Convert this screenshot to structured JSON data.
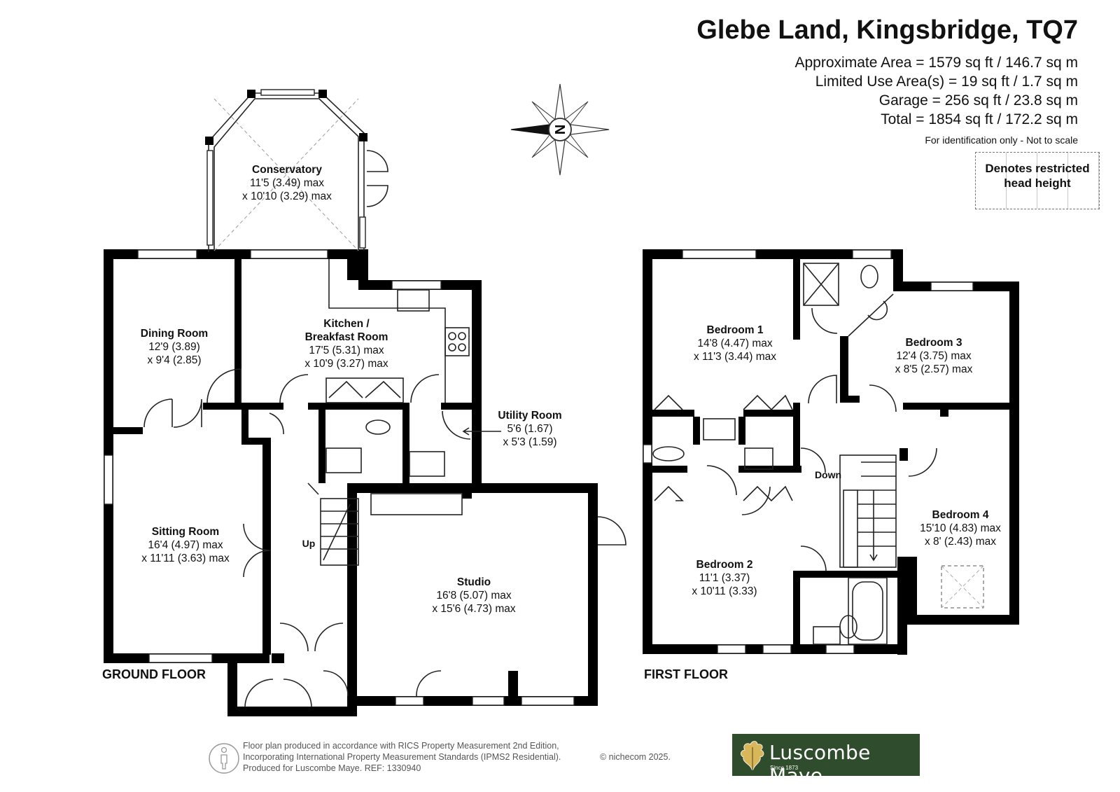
{
  "header": {
    "title": "Glebe Land, Kingsbridge, TQ7",
    "areas": [
      "Approximate Area = 1579 sq ft / 146.7 sq m",
      "Limited Use Area(s) = 19 sq ft / 1.7 sq m",
      "Garage = 256 sq ft / 23.8 sq m",
      "Total = 1854 sq ft / 172.2 sq m"
    ],
    "disclaimer": "For identification only - Not to scale",
    "restricted_legend": [
      "Denotes restricted",
      "head height"
    ]
  },
  "compass": {
    "letter": "N",
    "icon": "compass-rose-icon"
  },
  "floors": {
    "ground_label": "GROUND FLOOR",
    "first_label": "FIRST FLOOR"
  },
  "rooms": {
    "conservatory": {
      "name": "Conservatory",
      "dims": [
        "11'5 (3.49) max",
        "x 10'10 (3.29) max"
      ]
    },
    "dining": {
      "name": "Dining Room",
      "dims": [
        "12'9 (3.89)",
        "x 9'4 (2.85)"
      ]
    },
    "kitchen": {
      "name": [
        "Kitchen /",
        "Breakfast Room"
      ],
      "dims": [
        "17'5 (5.31) max",
        "x 10'9 (3.27) max"
      ]
    },
    "utility": {
      "name": "Utility Room",
      "dims": [
        "5'6 (1.67)",
        "x 5'3 (1.59)"
      ]
    },
    "sitting": {
      "name": "Sitting Room",
      "dims": [
        "16'4 (4.97) max",
        "x 11'11 (3.63) max"
      ]
    },
    "studio": {
      "name": "Studio",
      "dims": [
        "16'8 (5.07) max",
        "x 15'6 (4.73) max"
      ]
    },
    "bedroom1": {
      "name": "Bedroom 1",
      "dims": [
        "14'8 (4.47) max",
        "x 11'3 (3.44) max"
      ]
    },
    "bedroom2": {
      "name": "Bedroom 2",
      "dims": [
        "11'1 (3.37)",
        "x 10'11 (3.33)"
      ]
    },
    "bedroom3": {
      "name": "Bedroom 3",
      "dims": [
        "12'4 (3.75) max",
        "x 8'5 (2.57) max"
      ]
    },
    "bedroom4": {
      "name": "Bedroom 4",
      "dims": [
        "15'10 (4.83) max",
        "x 8' (2.43) max"
      ]
    }
  },
  "stairs": {
    "up": "Up",
    "down": "Down"
  },
  "footer": {
    "lines": [
      "Floor plan produced in accordance with RICS Property Measurement 2nd Edition,",
      "Incorporating International Property Measurement Standards (IPMS2 Residential).",
      "Produced for Luscombe Maye.   REF: 1330940"
    ],
    "copyright": "© nichecom 2025."
  },
  "brand": {
    "name": "Luscombe Maye",
    "since": "Since 1873",
    "bg": "#2f4c2c"
  }
}
